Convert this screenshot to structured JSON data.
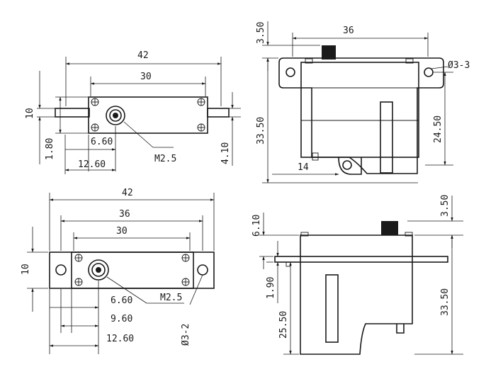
{
  "views": {
    "top": {
      "width": "42",
      "holes": "30",
      "height": "10",
      "offset_left": "1.80",
      "shaft_x": "6.60",
      "shaft_x2": "12.60",
      "right_offset": "4.10",
      "screw": "M2.5"
    },
    "side": {
      "width": "36",
      "top_h": "3.50",
      "hole": "Ø3-3",
      "height": "33.50",
      "hole_h": "24.50",
      "bottom_off": "14"
    },
    "bottom": {
      "width": "42",
      "width2": "36",
      "holes": "30",
      "height": "10",
      "shaft_x": "6.60",
      "shaft_x2": "9.60",
      "shaft_x3": "12.60",
      "screw": "M2.5",
      "hole": "Ø3-2"
    },
    "front": {
      "top_h": "3.50",
      "flange_h": "6.10",
      "flange_t": "1.90",
      "lower_h": "25.50",
      "height": "33.50"
    }
  }
}
